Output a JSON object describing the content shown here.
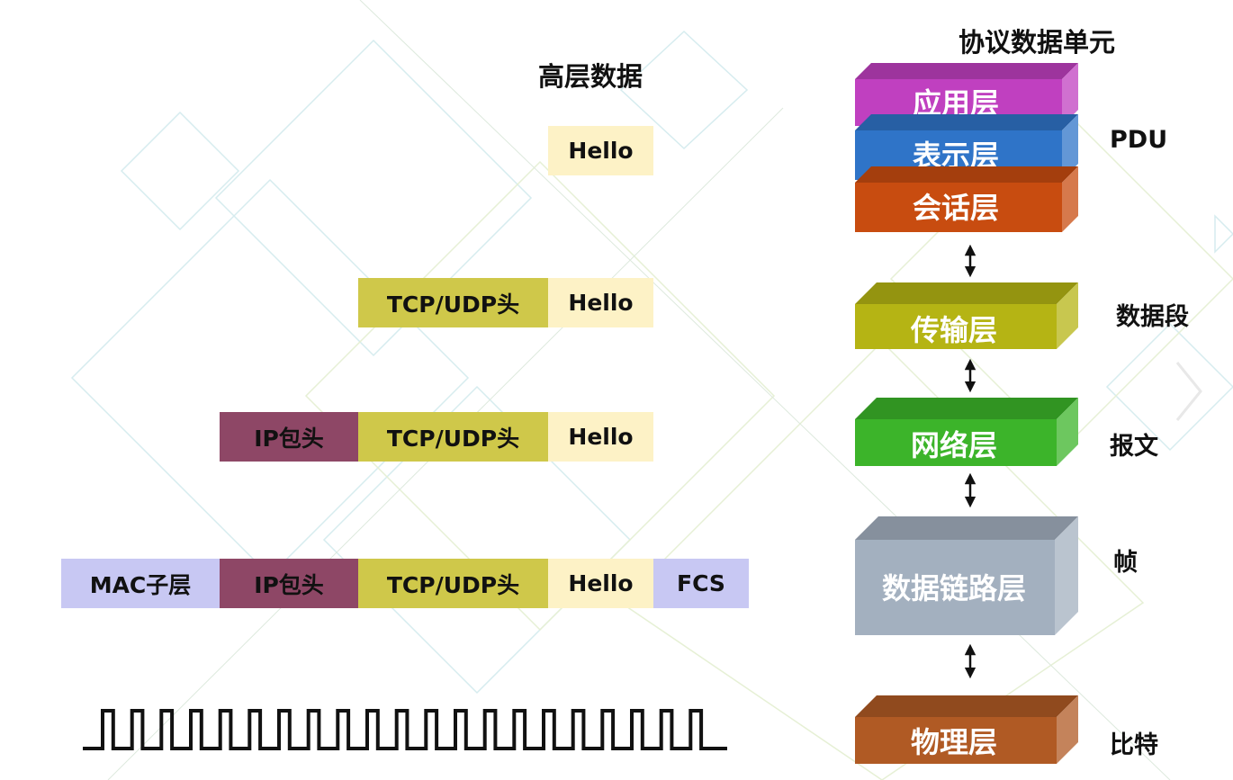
{
  "headings": {
    "high_level_data": "高层数据",
    "protocol_data_unit": "协议数据单元"
  },
  "rows": [
    {
      "cells": [
        {
          "text": "Hello",
          "kind": "hello"
        }
      ]
    },
    {
      "cells": [
        {
          "text": "TCP/UDP头",
          "kind": "tcp"
        },
        {
          "text": "Hello",
          "kind": "hello"
        }
      ]
    },
    {
      "cells": [
        {
          "text": "IP包头",
          "kind": "ip"
        },
        {
          "text": "TCP/UDP头",
          "kind": "tcp"
        },
        {
          "text": "Hello",
          "kind": "hello"
        }
      ]
    },
    {
      "cells": [
        {
          "text": "MAC子层",
          "kind": "mac"
        },
        {
          "text": "IP包头",
          "kind": "ip"
        },
        {
          "text": "TCP/UDP头",
          "kind": "tcp"
        },
        {
          "text": "Hello",
          "kind": "hello"
        },
        {
          "text": "FCS",
          "kind": "fcs"
        }
      ]
    }
  ],
  "layers": [
    {
      "name": "应用层",
      "color": "#c040c0"
    },
    {
      "name": "表示层",
      "color": "#2f74c8"
    },
    {
      "name": "会话层",
      "color": "#c84c10"
    },
    {
      "name": "传输层",
      "color": "#b5b414"
    },
    {
      "name": "网络层",
      "color": "#3cb42a"
    },
    {
      "name": "数据链路层",
      "color": "#a3b0bf"
    },
    {
      "name": "物理层",
      "color": "#b05a24"
    }
  ],
  "pdu_labels": {
    "upper": "PDU",
    "transport": "数据段",
    "network": "报文",
    "datalink": "帧",
    "physical": "比特"
  },
  "signal": {
    "pulses": 21
  }
}
